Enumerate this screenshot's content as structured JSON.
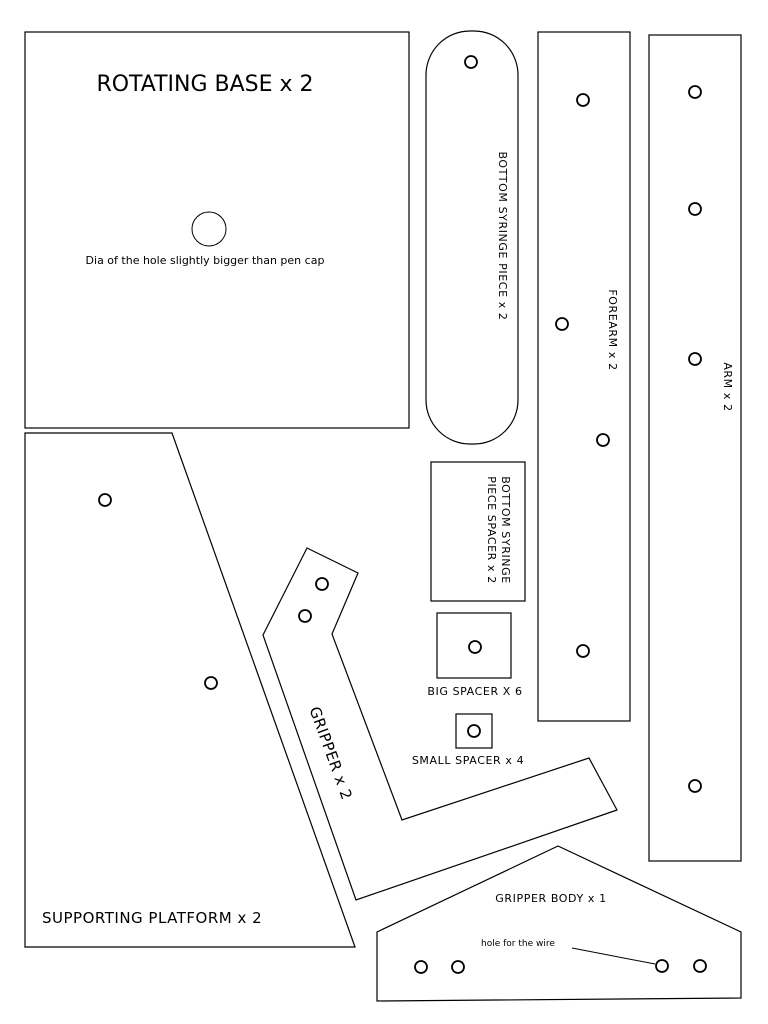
{
  "rotating_base": {
    "title": "ROTATING BASE x 2",
    "note": "Dia of the hole slightly bigger than pen cap"
  },
  "bottom_syringe_piece": {
    "label": "BOTTOM SYRINGE PIECE x 2"
  },
  "forearm": {
    "label": "FOREARM x 2"
  },
  "arm": {
    "label": "ARM x 2"
  },
  "syringe_spacer": {
    "label_line1": "BOTTOM SYRINGE",
    "label_line2": "PIECE  SPACER x 2"
  },
  "big_spacer": {
    "label": "BIG SPACER X 6"
  },
  "small_spacer": {
    "label": "SMALL SPACER x 4"
  },
  "gripper": {
    "label": "GRIPPER x 2"
  },
  "supporting_platform": {
    "label": "SUPPORTING PLATFORM x 2"
  },
  "gripper_body": {
    "label": "GRIPPER BODY x 1",
    "wire_note": "hole for the wire"
  }
}
